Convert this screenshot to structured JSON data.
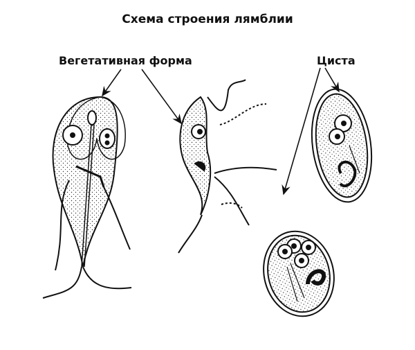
{
  "title": "Схема строения лямблии",
  "labels": {
    "vegetative": "Вегетативная форма",
    "cyst": "Циста"
  },
  "figures": [
    {
      "id": "vegetative-front",
      "description": "pear-shaped trophozoite, front view, two nuclei, flagella"
    },
    {
      "id": "vegetative-side",
      "description": "trophozoite side view with flagella"
    },
    {
      "id": "cyst-upper",
      "description": "oval cyst with nuclei"
    },
    {
      "id": "cyst-lower",
      "description": "oval cyst with four nuclei"
    }
  ],
  "colors": {
    "ink": "#111111",
    "background": "#ffffff"
  }
}
